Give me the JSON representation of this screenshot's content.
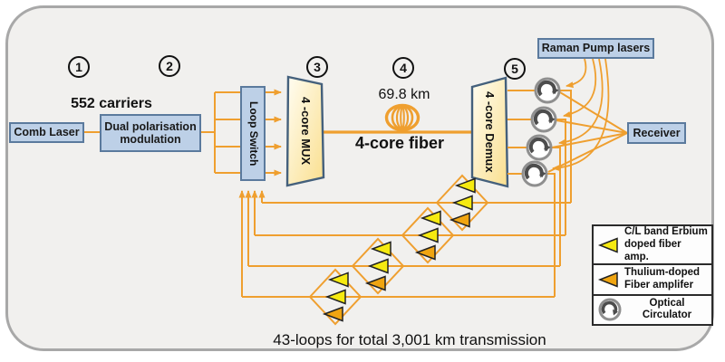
{
  "steps": [
    "1",
    "2",
    "3",
    "4",
    "5"
  ],
  "blocks": {
    "comb_laser": "Comb Laser",
    "dual_pol": "Dual polarisation\nmodulation",
    "loop_switch": "Loop Switch",
    "mux": "4 -core MUX",
    "demux": "4 -core Demux",
    "raman": "Raman Pump lasers",
    "receiver": "Receiver"
  },
  "labels": {
    "carriers": "552 carriers",
    "span_length": "69.8 km",
    "fiber_name": "4-core fiber",
    "loops_total": "43-loops for total 3,001 km transmission"
  },
  "legend": {
    "items": [
      {
        "icon": "erbium-amp-triangle-icon",
        "label": "C/L band Erbium\ndoped fiber amp."
      },
      {
        "icon": "thulium-amp-triangle-icon",
        "label": "Thulium-doped\nFiber amplifer"
      },
      {
        "icon": "optical-circulator-icon",
        "label": "Optical\nCirculator"
      }
    ]
  },
  "colors": {
    "wire_orange": "#ef9f2f",
    "box_blue_fill": "#bdd0e7",
    "box_blue_border": "#5b7a9d",
    "trapezoid_fill_top": "#fffdf2",
    "trapezoid_fill_bottom": "#fadf8e",
    "trapezoid_border": "#44607c",
    "amp_yellow": "#f6ea10",
    "amp_orange": "#f0a511",
    "circulator_ring": "#8f8f8f",
    "circulator_arrow": "#4d4d4d",
    "frame_bg": "#f1f0ee"
  }
}
